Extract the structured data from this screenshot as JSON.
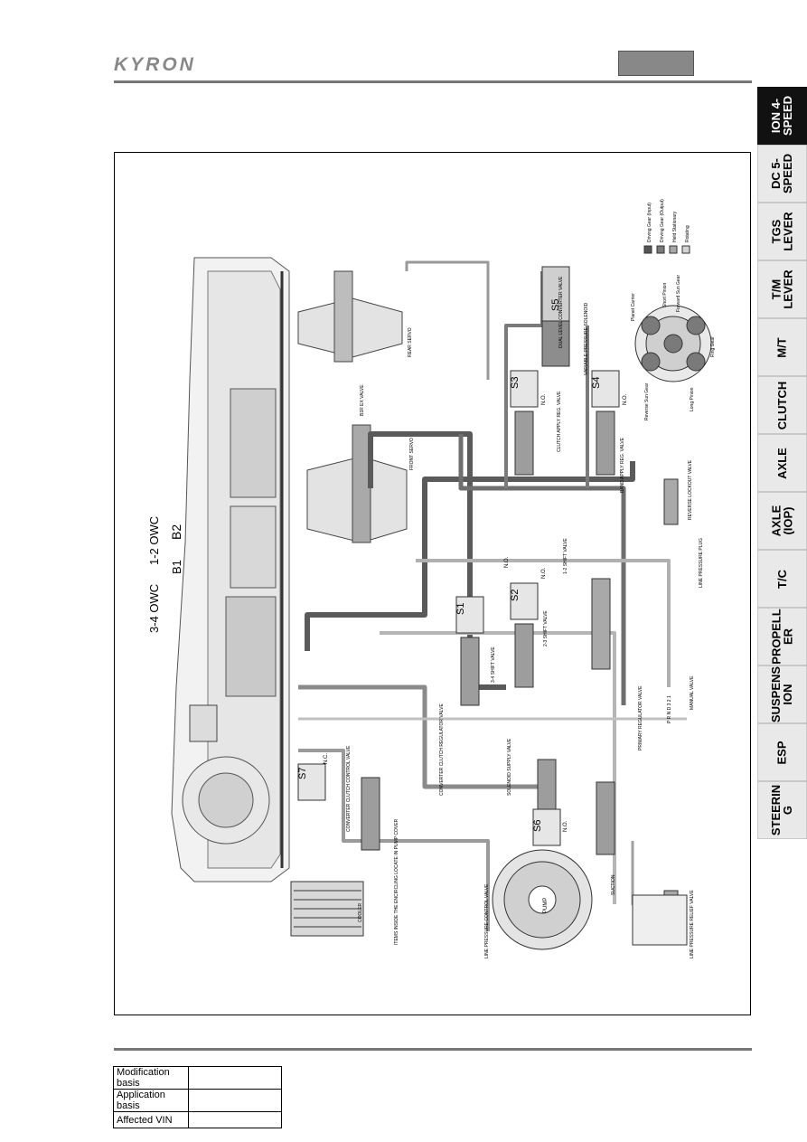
{
  "header": {
    "logo": "KYRON"
  },
  "sidebar": {
    "tabs": [
      {
        "label": "ION 4-\nSPEED",
        "active": true
      },
      {
        "label": "DC 5-\nSPEED",
        "active": false
      },
      {
        "label": "TGS\nLEVER",
        "active": false
      },
      {
        "label": "T/M\nLEVER",
        "active": false
      },
      {
        "label": "M/T",
        "active": false
      },
      {
        "label": "CLUTCH",
        "active": false
      },
      {
        "label": "AXLE",
        "active": false
      },
      {
        "label": "AXLE\n(IOP)",
        "active": false
      },
      {
        "label": "T/C",
        "active": false
      },
      {
        "label": "PROPELL\nER",
        "active": false
      },
      {
        "label": "SUSPENS\nION",
        "active": false
      },
      {
        "label": "ESP",
        "active": false
      },
      {
        "label": "STEERIN\nG",
        "active": false
      }
    ]
  },
  "diagram": {
    "labels": {
      "b2": "B2",
      "owc12": "1-2 OWC",
      "b1": "B1",
      "owc34": "3-4 OWC",
      "rear_servo": "REAR SERVO",
      "front_servo": "FRONT SERVO",
      "b1r_ex_valve": "B1R EX VALVE",
      "variable_pressure_solenoid": "VARIABLE PRESSURE SOLENOID",
      "s5": "S5",
      "s3": "S3",
      "s4": "S4",
      "s1": "S1",
      "s2": "S2",
      "s6": "S6",
      "s7": "S7",
      "no": "N.O.",
      "nc": "N.C.",
      "shift_12": "1-2 SHIFT VALVE",
      "shift_23": "2-3 SHIFT VALVE",
      "shift_34": "3-4 SHIFT VALVE",
      "manual_valve": "MANUAL VALVE",
      "primary_regulator": "PRIMARY REGULATOR VALVE",
      "line_pressure_plug": "LINE PRESSURE PLUG",
      "reverse_lockout": "REVERSE LOCKOUT VALVE",
      "converter_clutch_control": "CONVERTER CLUTCH CONTROL VALVE",
      "converter_clutch_regulator": "CONVERTER CLUTCH REGULATOR VALVE",
      "solenoid_supply": "SOLENOID SUPPLY VALVE",
      "line_pressure_control": "LINE PRESSURE CONTROL VALVE",
      "line_pressure_relief": "LINE PRESSURE RELIEF VALVE",
      "items_behind": "ITEMS INSIDE THE ENCIRCLING LOCATE IN PUMP COVER",
      "pump": "PUMP",
      "suction": "SUCTION",
      "cooler": "COOLER",
      "band_apply_reg": "BAND APPLY REG. VALVE",
      "clutch_apply_reg": "CLUTCH APPLY REG. VALVE",
      "dual_level_converter": "DUAL LEVEL CONVERTER VALVE",
      "manual_positions": "P R N D 3 2 1",
      "ring_gear": "Ring Gear",
      "short_pinion": "Short Pinion",
      "forward_sun": "Forward Sun Gear",
      "planet_carrier": "Planet Carrier",
      "reverse_sun": "Reverse Sun Gear",
      "long_pinion": "Long Pinion",
      "legend_driving_input": "Driving Gear (Input)",
      "legend_driving_output": "Driving Gear (Output)",
      "legend_held": "Held Stationary",
      "legend_rotating": "Rotating"
    },
    "legend_colors": [
      "#555555",
      "#7a7a7a",
      "#a8a8a8",
      "#d4d4d4"
    ]
  },
  "basis_table": {
    "rows": [
      {
        "label": "Modification basis",
        "value": ""
      },
      {
        "label": "Application basis",
        "value": ""
      },
      {
        "label": "Affected VIN",
        "value": ""
      }
    ]
  }
}
